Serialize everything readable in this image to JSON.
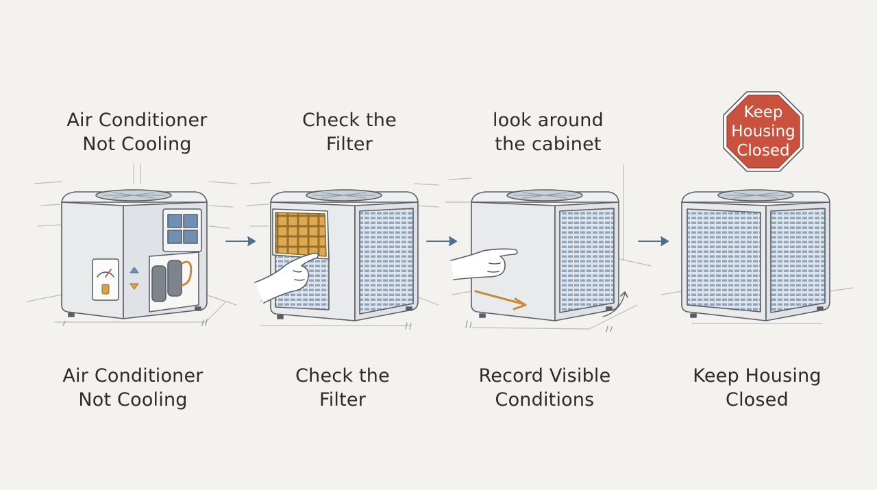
{
  "steps": [
    {
      "top_caption": [
        "Air Conditioner",
        "Not Cooling"
      ],
      "bottom_caption": [
        "Air Conditioner",
        "Not Cooling"
      ]
    },
    {
      "top_caption": [
        "Check the",
        "Filter"
      ],
      "bottom_caption": [
        "Check the",
        "Filter"
      ]
    },
    {
      "top_caption": [
        "look around",
        "the cabinet"
      ],
      "bottom_caption": [
        "Record Visible",
        "Conditions"
      ]
    },
    {
      "sign_text": [
        "Keep",
        "Housing",
        "Closed"
      ],
      "bottom_caption": [
        "Keep Housing",
        "Closed"
      ]
    }
  ],
  "colors": {
    "background": "#f3f2ee",
    "outline": "#5a5e63",
    "unit_body": "#e8eaec",
    "grille": "#8fa6bd",
    "panel_blue": "#6f8fb3",
    "filter": "#d8a24a",
    "arrow": "#4e6f95",
    "stop_sign": "#c9523e"
  },
  "icons": [
    "right-arrow-icon",
    "pointing-hand-icon",
    "gauge-icon",
    "stop-sign-icon"
  ]
}
